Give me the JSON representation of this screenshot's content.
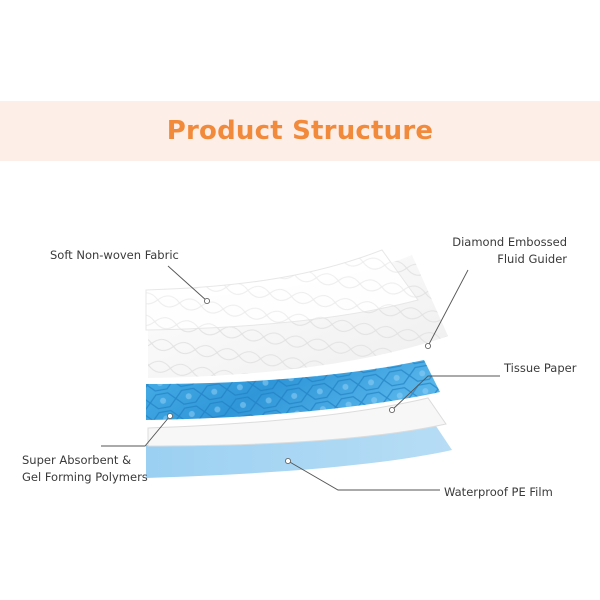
{
  "title": "Product Structure",
  "colors": {
    "title": "#f28a3c",
    "banner": "#fdeee8",
    "polymer_blue": "#3aa0dd",
    "pe_film_blue": "#9fd1f1",
    "leader_line": "#555555"
  },
  "labels": {
    "soft_nonwoven": "Soft Non-woven Fabric",
    "diamond_line1": "Diamond Embossed",
    "diamond_line2": "Fluid Guider",
    "tissue_paper": "Tissue Paper",
    "super_line1": "Super Absorbent &",
    "super_line2": "Gel Forming Polymers",
    "pe_film": "Waterproof PE Film"
  }
}
